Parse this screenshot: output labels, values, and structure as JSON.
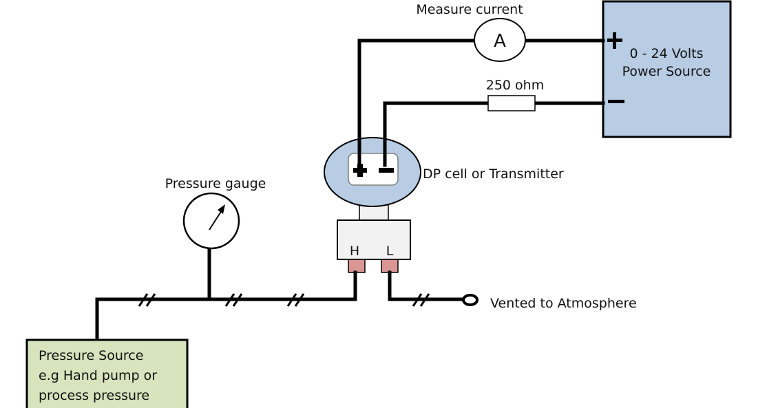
{
  "diagram": {
    "title": "Pressure transmitter calibration setup",
    "colors": {
      "power_box_fill": "#b8cce4",
      "pressure_box_fill": "#d7e4bd",
      "transmitter_head_fill": "#b8cce4",
      "transmitter_body_fill": "#f2f2f2",
      "port_fill": "#d99694",
      "wire": "#000000"
    },
    "labels": {
      "measure_current": "Measure current",
      "ammeter_symbol": "A",
      "resistor": "250 ohm",
      "power_line1": "0 - 24 Volts",
      "power_line2": "Power Source",
      "power_plus": "+",
      "power_minus": "−",
      "dp_cell": "DP cell or Transmitter",
      "terminal_plus": "+",
      "terminal_minus": "−",
      "port_high": "H",
      "port_low": "L",
      "pressure_gauge": "Pressure gauge",
      "vented": "Vented to Atmosphere",
      "pressure_source_line1": "Pressure Source",
      "pressure_source_line2": "e.g Hand pump or",
      "pressure_source_line3": "process pressure"
    }
  }
}
